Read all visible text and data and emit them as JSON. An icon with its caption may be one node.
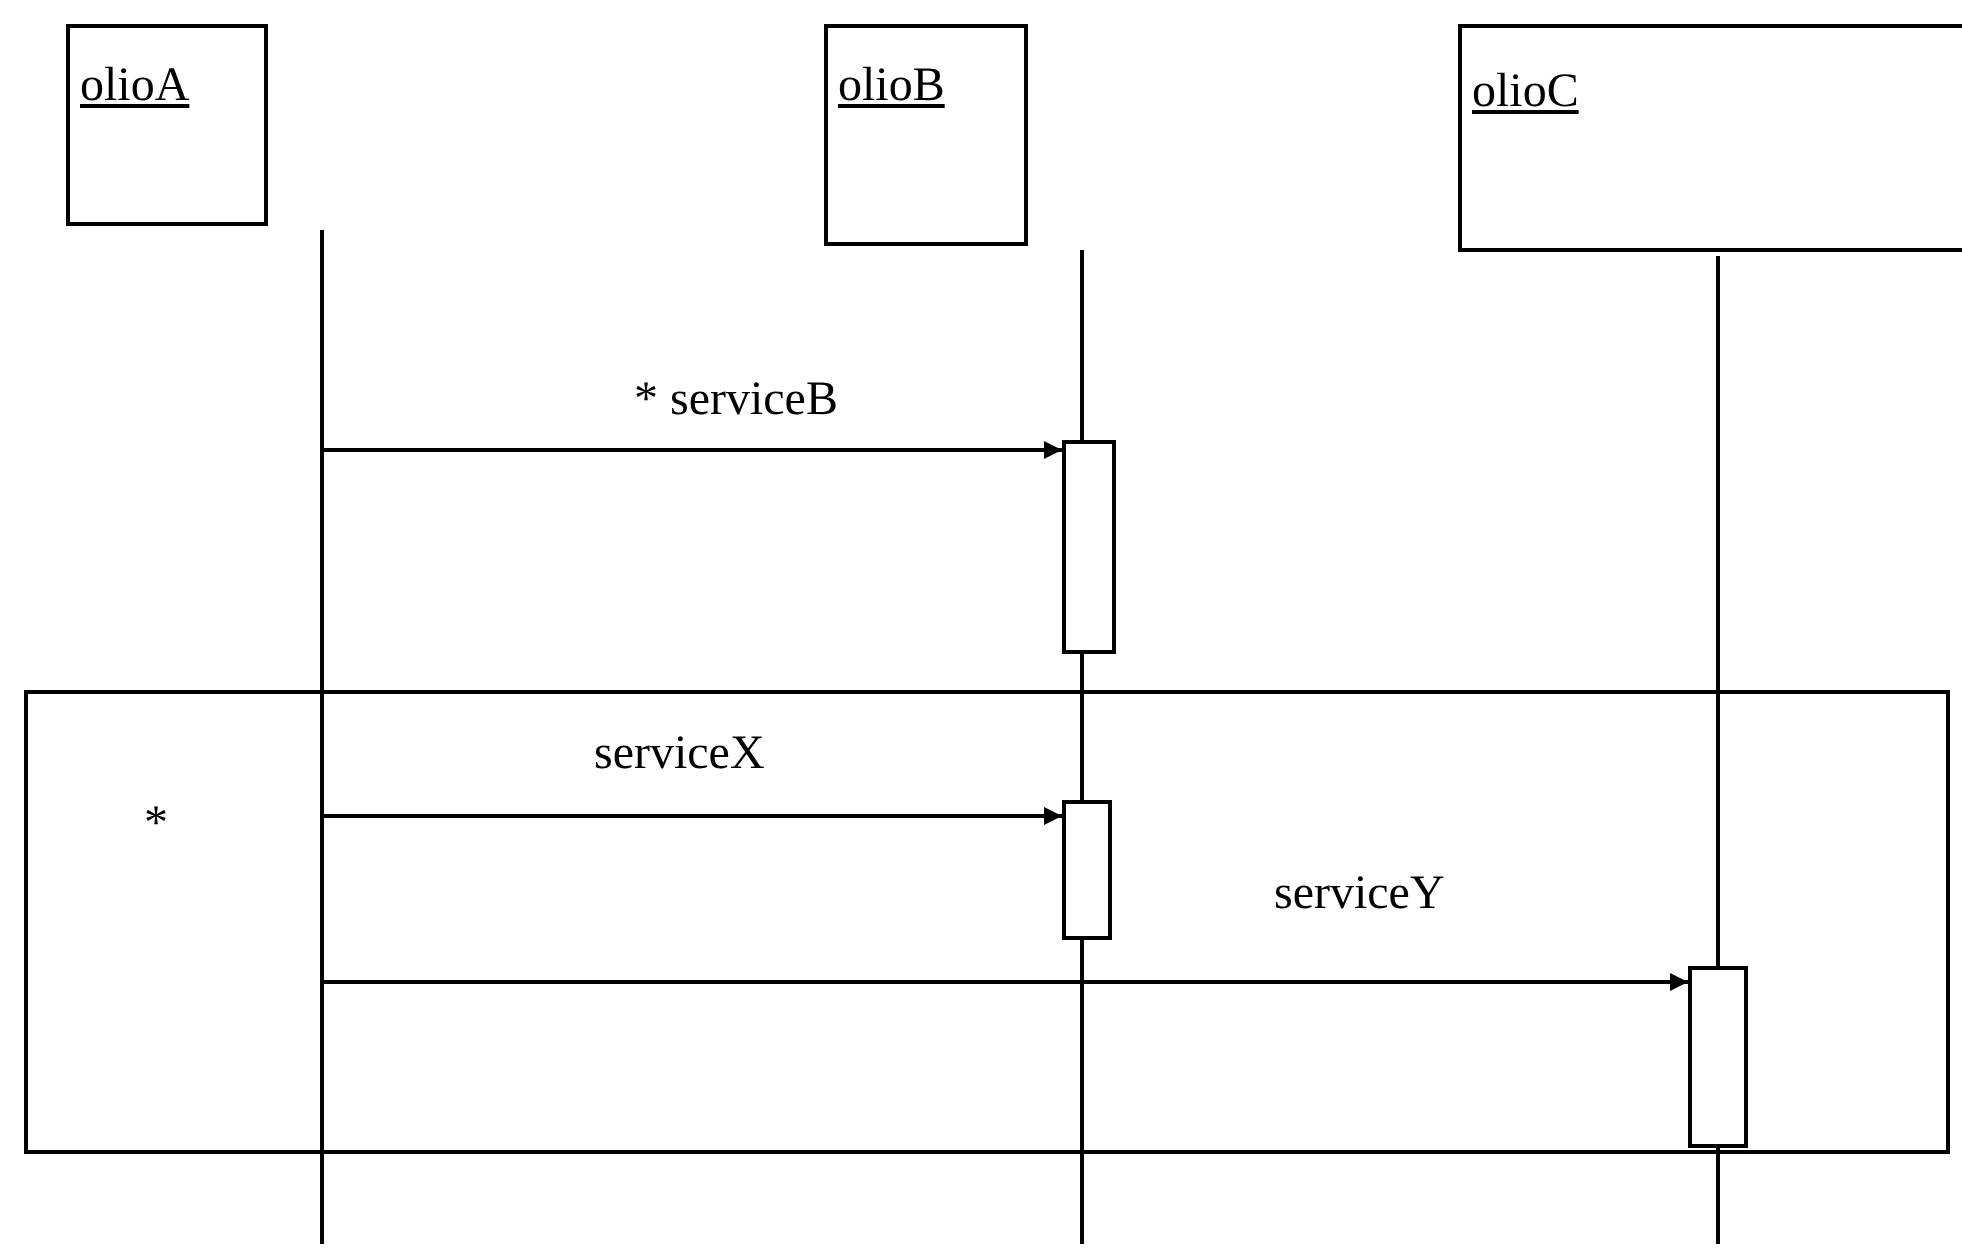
{
  "diagram": {
    "nodes": [
      {
        "text": [
          "olioA"
        ]
      },
      {
        "text": [
          "olioB"
        ]
      },
      {
        "text": [
          "olioC"
        ]
      },
      {
        "text": [],
        "shape": "line"
      },
      {
        "text": [],
        "shape": "line"
      },
      {
        "text": [],
        "shape": "line"
      },
      {
        "text": [],
        "shape": "bar"
      },
      {
        "text": [
          "*"
        ]
      },
      {
        "text": [],
        "shape": "bar",
        "in": 7
      },
      {
        "text": [],
        "shape": "bar",
        "in": 7
      }
    ],
    "edges": [
      {
        "from": 3,
        "to": 6,
        "arrow": "to",
        "label": "* serviceB"
      },
      {
        "from": 3,
        "to": 8,
        "arrow": "to",
        "label": "serviceX"
      },
      {
        "from": 3,
        "to": 9,
        "arrow": "to",
        "label": "serviceY"
      }
    ]
  }
}
